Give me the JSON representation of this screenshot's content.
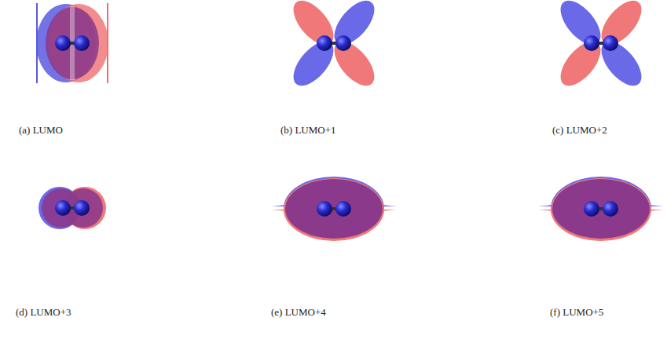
{
  "diagram": {
    "labels": [
      "(a) LUMO",
      "(b) LUMO+1",
      "(c) LUMO+2",
      "(d) LUMO+3",
      "(e) LUMO+4",
      "(f) LUMO+5"
    ]
  }
}
